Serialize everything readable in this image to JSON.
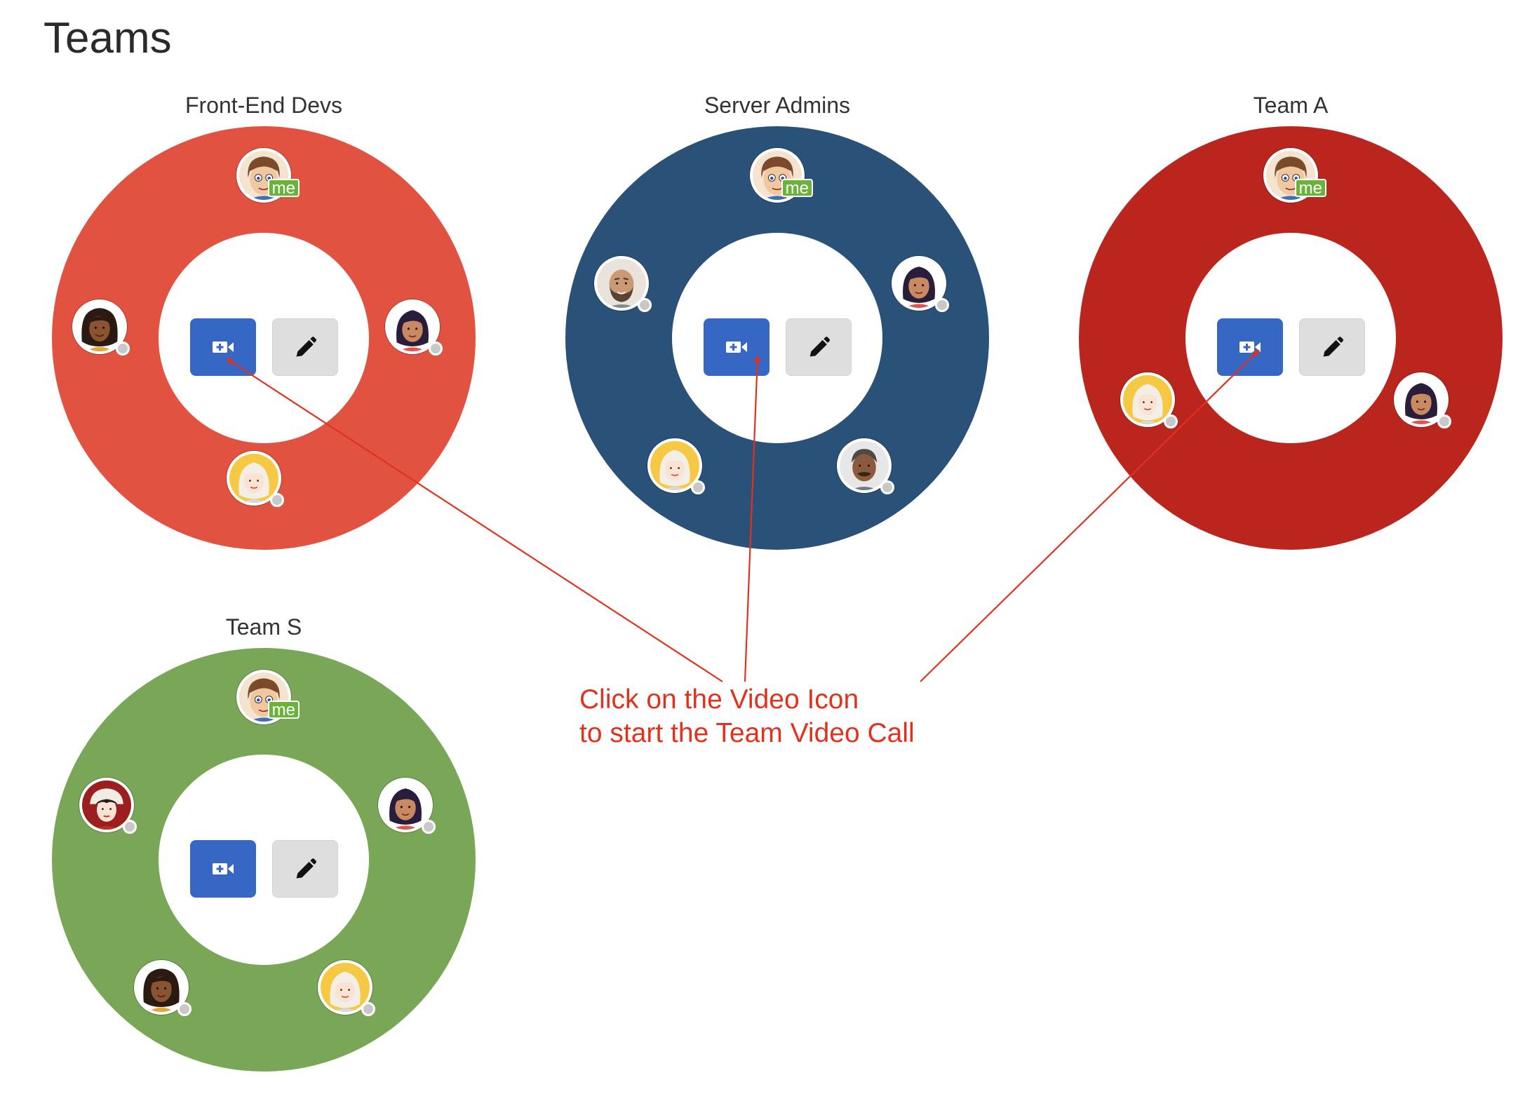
{
  "page": {
    "title": "Teams"
  },
  "colors": {
    "front_end_devs": "#e15241",
    "server_admins": "#2a5178",
    "team_a": "#ba261d",
    "team_s": "#7aa757",
    "video_button": "#3667c5",
    "edit_button": "#dedede",
    "annotation": "#e2311d",
    "me_badge": "#6ab33a",
    "presence_offline": "#c8c8c8"
  },
  "teams": [
    {
      "name": "Front-End Devs",
      "video_icon": "video-camera-plus-icon",
      "edit_icon": "pencil-icon",
      "members": [
        "me",
        "woman-curly-dark",
        "woman-dark-hair",
        "woman-blonde"
      ]
    },
    {
      "name": "Server Admins",
      "video_icon": "video-camera-plus-icon",
      "edit_icon": "pencil-icon",
      "members": [
        "me",
        "man-bald-beard",
        "woman-dark-hair",
        "woman-blonde",
        "man-dark-skin"
      ]
    },
    {
      "name": "Team A",
      "video_icon": "video-camera-plus-icon",
      "edit_icon": "pencil-icon",
      "members": [
        "me",
        "woman-blonde",
        "woman-dark-hair"
      ]
    },
    {
      "name": "Team S",
      "video_icon": "video-camera-plus-icon",
      "edit_icon": "pencil-icon",
      "members": [
        "me",
        "woman-red-hat",
        "woman-dark-hair",
        "woman-curly-dark",
        "woman-blonde"
      ]
    }
  ],
  "me_label": "me",
  "annotation": {
    "line1": "Click on the Video Icon",
    "line2": "to start the Team Video Call"
  }
}
